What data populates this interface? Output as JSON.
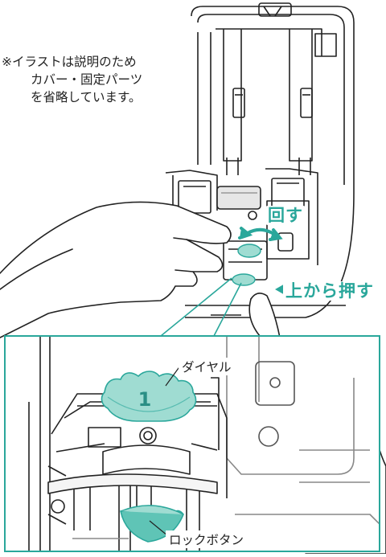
{
  "note": {
    "line1": "※イラストは説明のため",
    "line2": "カバー・固定パーツ",
    "line3": "を省略しています。"
  },
  "callouts": {
    "rotate": "回す",
    "push_from_top": "上から押す"
  },
  "labels": {
    "dial": "ダイヤル",
    "dial_number": "1",
    "lock_button": "ロックボタン"
  },
  "colors": {
    "accent": "#2aa79b",
    "accent_light": "#9fdcd2",
    "line": "#222222",
    "gray": "#8a8a8a"
  }
}
